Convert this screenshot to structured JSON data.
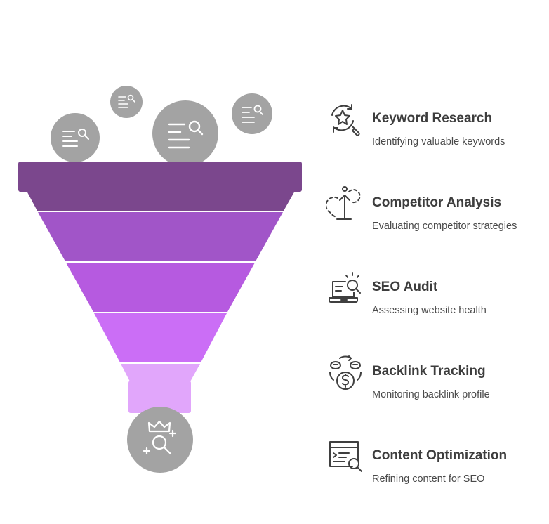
{
  "colors": {
    "rim": "#7b478d",
    "band1": "#a155c8",
    "band2": "#b65ae0",
    "band3": "#cb6ef6",
    "band4": "#e1a6fb",
    "neck": "#e1a6fb",
    "bubble": "#a3a3a3",
    "icon_stroke": "#3f3f3f",
    "text_title": "#3d3d3d",
    "text_desc": "#4a4a4a"
  },
  "funnel": {
    "top_icons": [
      "list-search-icon",
      "list-search-icon",
      "list-search-icon",
      "list-search-icon"
    ],
    "bottom_icon": "crown-search-icon"
  },
  "steps": [
    {
      "title": "Keyword Research",
      "description": "Identifying valuable keywords",
      "icon": "star-search-icon"
    },
    {
      "title": "Competitor Analysis",
      "description": "Evaluating competitor strategies",
      "icon": "dashed-arrow-icon"
    },
    {
      "title": "SEO Audit",
      "description": "Assessing website health",
      "icon": "laptop-search-icon"
    },
    {
      "title": "Backlink Tracking",
      "description": "Monitoring backlink profile",
      "icon": "money-cycle-icon"
    },
    {
      "title": "Content Optimization",
      "description": "Refining content for SEO",
      "icon": "document-search-icon"
    }
  ]
}
